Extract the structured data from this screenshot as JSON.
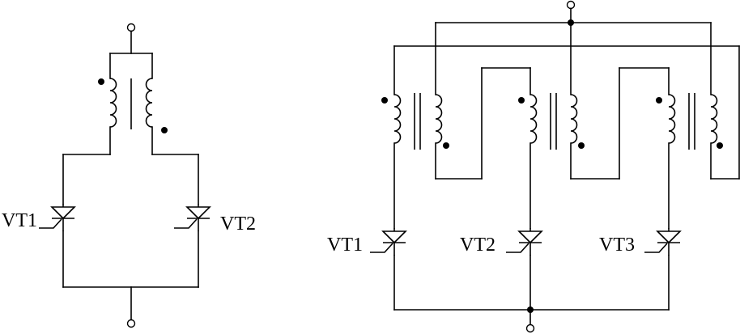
{
  "left_circuit": {
    "labels": [
      "VT1",
      "VT2"
    ]
  },
  "right_circuit": {
    "labels": [
      "VT1",
      "VT2",
      "VT3"
    ]
  }
}
